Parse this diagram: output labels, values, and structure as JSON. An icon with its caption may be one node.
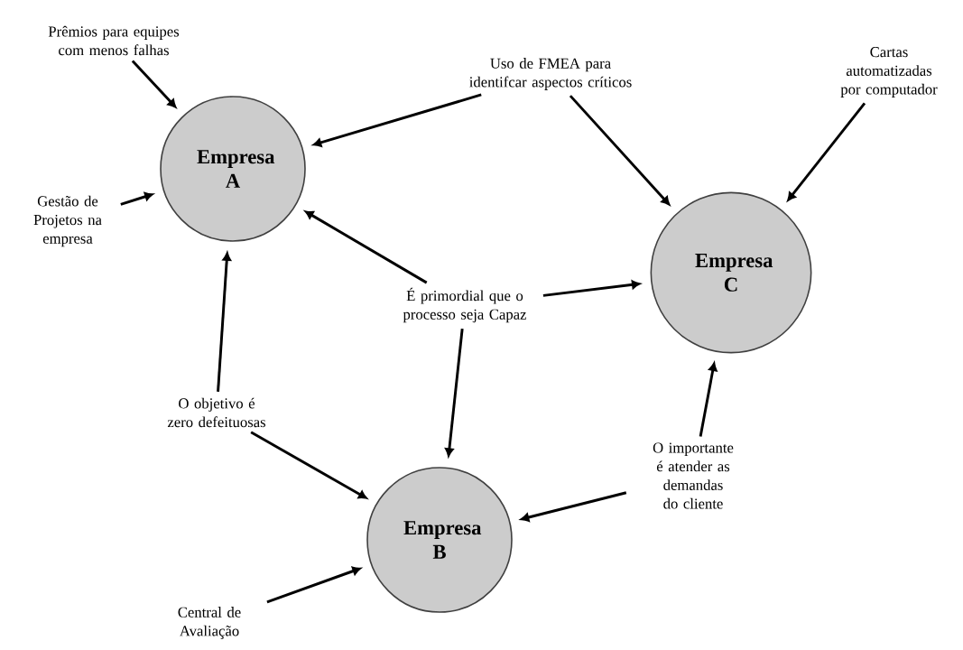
{
  "diagram": {
    "nodes": [
      {
        "text": [
          "Empresa A"
        ]
      },
      {
        "text": [
          "Empresa B"
        ]
      },
      {
        "text": [
          "Empresa C"
        ]
      },
      {
        "text": [
          "Prêmios para equipes com menos falhas"
        ]
      },
      {
        "text": [
          "Uso de FMEA para identifcar aspectos críticos"
        ]
      },
      {
        "text": [
          "Cartas automatizadas por computador"
        ]
      },
      {
        "text": [
          "Gestão de Projetos na empresa"
        ]
      },
      {
        "text": [
          "É primordial que o processo seja Capaz"
        ]
      },
      {
        "text": [
          "O objetivo é zero defeituosas"
        ]
      },
      {
        "text": [
          "O importante é atender as demandas do cliente"
        ]
      },
      {
        "text": [
          "Central de Avaliação"
        ]
      }
    ],
    "edges": [
      {
        "from": 3,
        "to": 0,
        "arrow": "to"
      },
      {
        "from": 4,
        "to": 0,
        "arrow": "to"
      },
      {
        "from": 4,
        "to": 2,
        "arrow": "to"
      },
      {
        "from": 5,
        "to": 2,
        "arrow": "to"
      },
      {
        "from": 6,
        "to": 0,
        "arrow": "to"
      },
      {
        "from": 7,
        "to": 0,
        "arrow": "to"
      },
      {
        "from": 7,
        "to": 2,
        "arrow": "to"
      },
      {
        "from": 7,
        "to": 1,
        "arrow": "to"
      },
      {
        "from": 8,
        "to": 0,
        "arrow": "to"
      },
      {
        "from": 8,
        "to": 1,
        "arrow": "to"
      },
      {
        "from": 9,
        "to": 2,
        "arrow": "to"
      },
      {
        "from": 9,
        "to": 1,
        "arrow": "to"
      },
      {
        "from": 10,
        "to": 1,
        "arrow": "to"
      }
    ]
  }
}
